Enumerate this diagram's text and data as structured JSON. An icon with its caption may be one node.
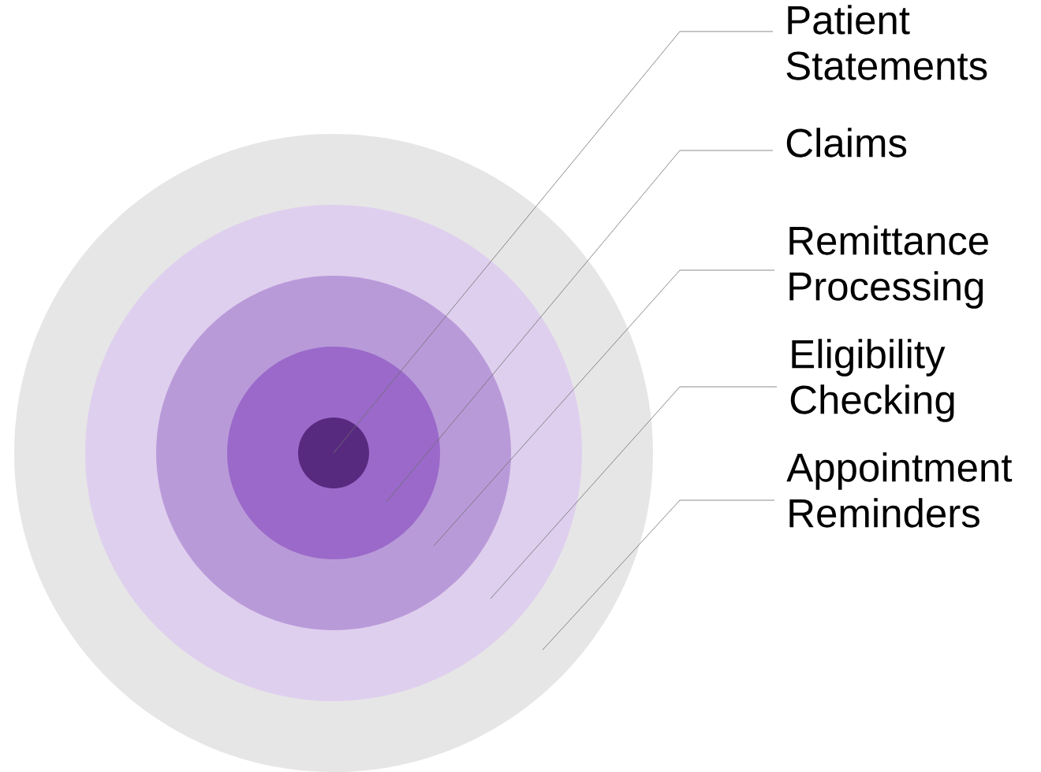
{
  "diagram": {
    "nodes": [
      {
        "text": [],
        "shape": "circle"
      },
      {
        "text": [],
        "shape": "circle",
        "in": 0
      },
      {
        "text": [],
        "shape": "circle",
        "in": 1
      },
      {
        "text": [],
        "shape": "circle",
        "in": 2
      },
      {
        "text": [],
        "shape": "circle",
        "in": 3
      },
      {
        "text": [
          "Patient Statements"
        ]
      },
      {
        "text": [
          "Claims"
        ]
      },
      {
        "text": [
          "Remittance Processing"
        ]
      },
      {
        "text": [
          "Eligibility Checking"
        ]
      },
      {
        "text": [
          "Appointment Reminders"
        ]
      }
    ],
    "edges": [
      {
        "from": 5,
        "to": 4,
        "arrow": "none"
      },
      {
        "from": 6,
        "to": 3,
        "arrow": "none"
      },
      {
        "from": 7,
        "to": 2,
        "arrow": "none"
      },
      {
        "from": 8,
        "to": 1,
        "arrow": "none"
      },
      {
        "from": 9,
        "to": 0,
        "arrow": "none"
      }
    ]
  }
}
